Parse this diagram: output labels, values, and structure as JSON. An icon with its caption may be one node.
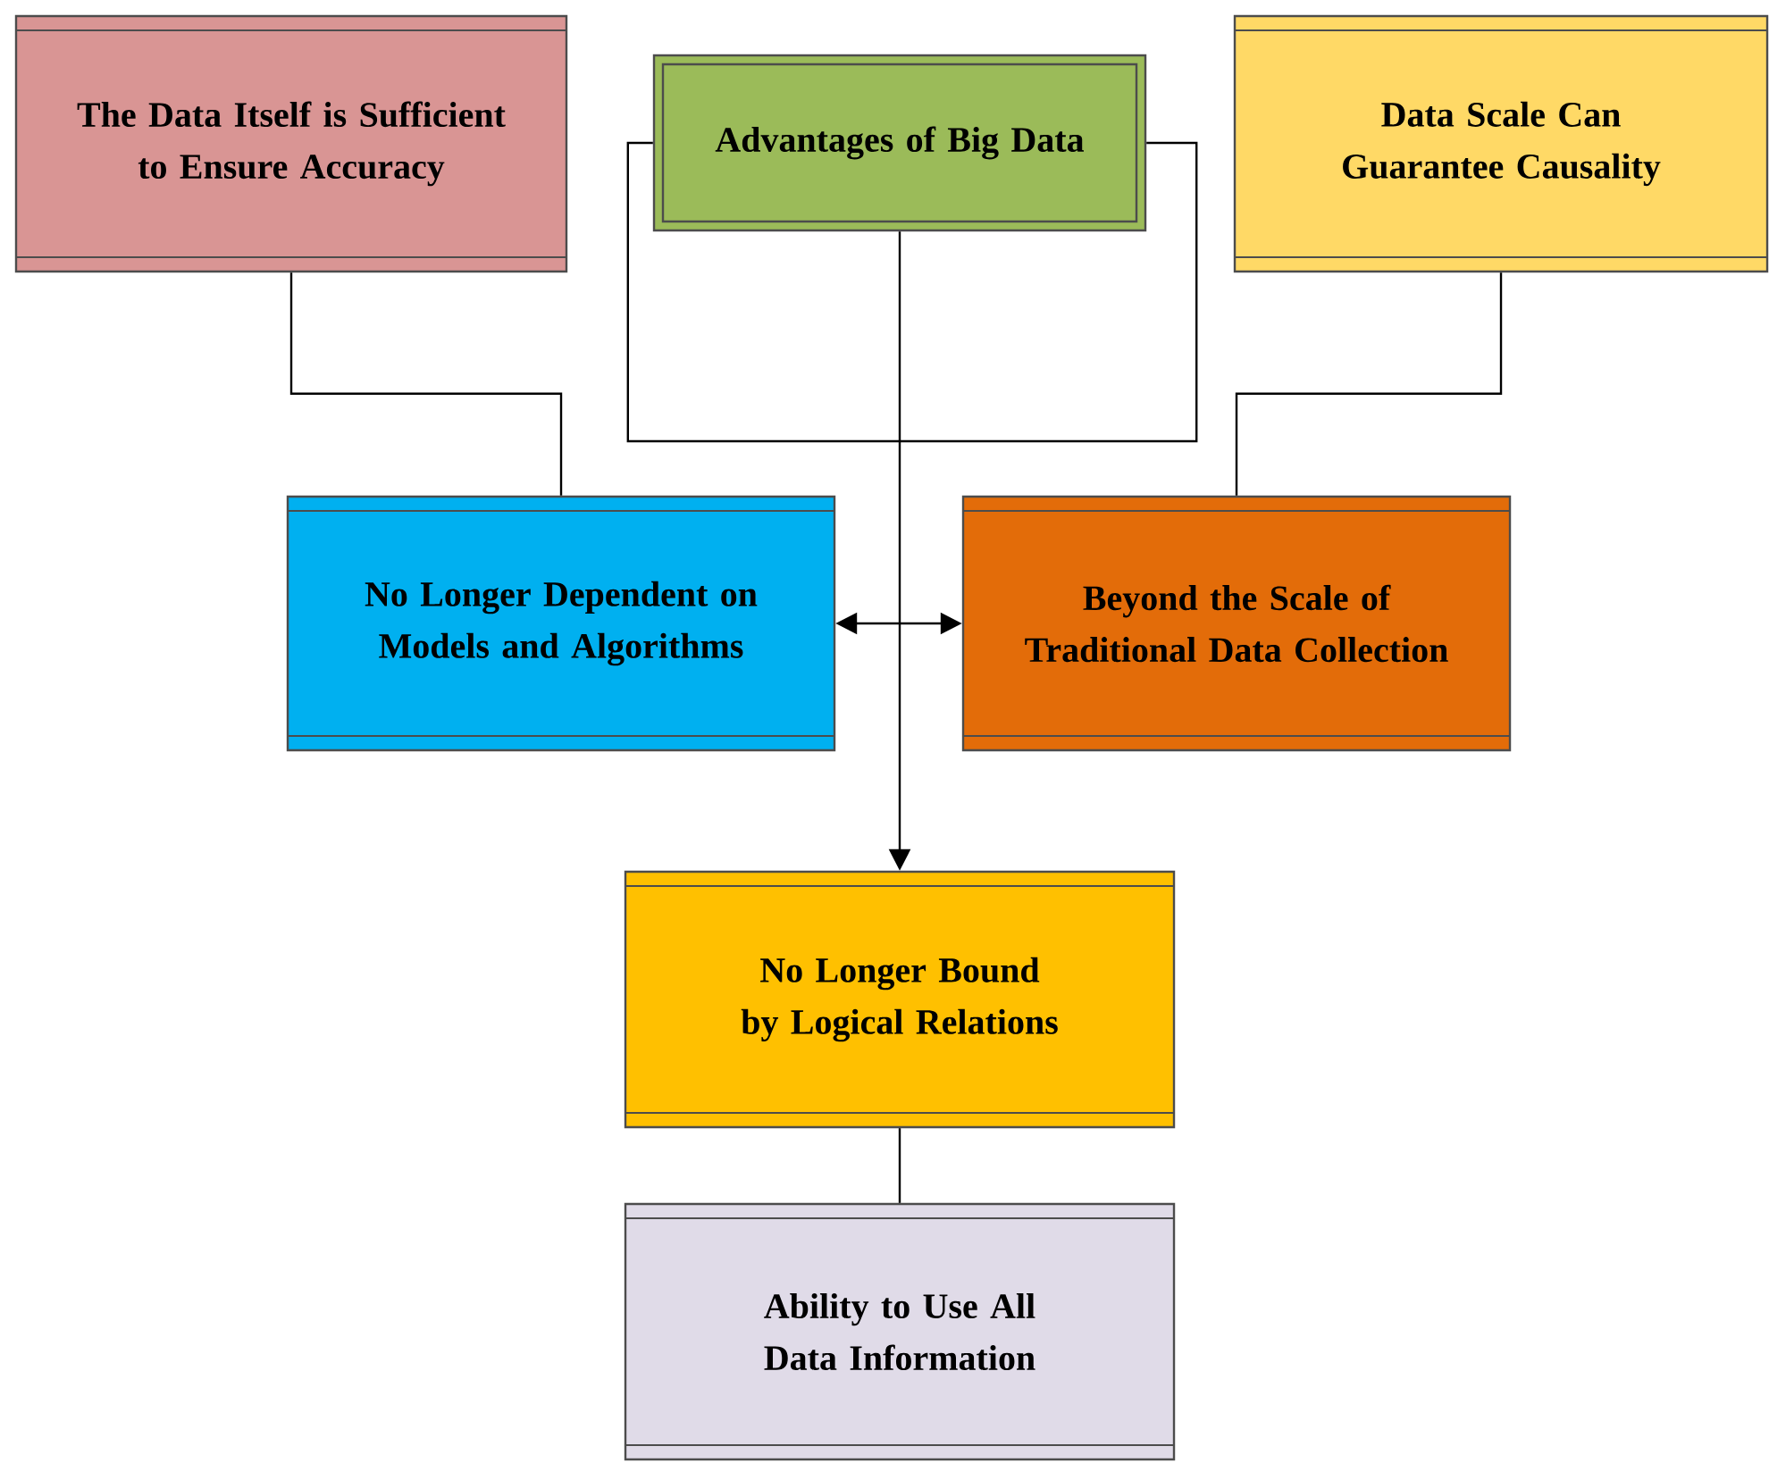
{
  "diagram": {
    "nodes": [
      {
        "text": [
          "Advantages of Big Data"
        ]
      },
      {
        "text": [
          "The Data Itself is Sufficient to Ensure Accuracy"
        ]
      },
      {
        "text": [
          "Data Scale Can Guarantee Causality"
        ]
      },
      {
        "text": [
          "No Longer Dependent on Models and Algorithms"
        ]
      },
      {
        "text": [
          "Beyond the Scale of Traditional Data Collection"
        ]
      },
      {
        "text": [
          "No Longer Bound by Logical Relations"
        ]
      },
      {
        "text": [
          "Ability to Use All Data Information"
        ]
      }
    ],
    "edges": [
      {
        "from": 0,
        "to": 5,
        "arrow": "to"
      },
      {
        "from": 3,
        "to": 4,
        "arrow": "both"
      },
      {
        "from": 1,
        "to": 3,
        "arrow": "none"
      },
      {
        "from": 2,
        "to": 4,
        "arrow": "none"
      },
      {
        "from": 0,
        "to": 0,
        "arrow": "none"
      },
      {
        "from": 5,
        "to": 6,
        "arrow": "none"
      }
    ]
  }
}
